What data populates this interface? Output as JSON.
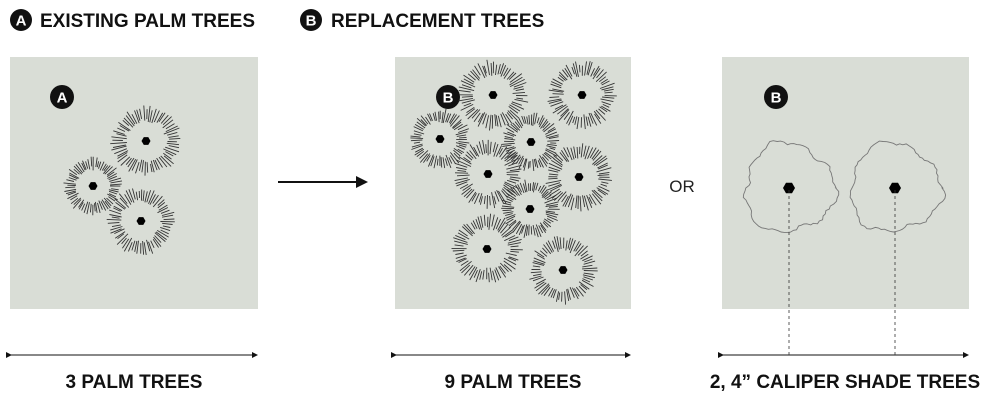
{
  "legend": [
    {
      "letter": "A",
      "label": "EXISTING PALM TREES"
    },
    {
      "letter": "B",
      "label": "REPLACEMENT TREES"
    }
  ],
  "panels": [
    {
      "badge": "A",
      "caption": "3 PALM TREES"
    },
    {
      "badge": "B",
      "caption": "9 PALM TREES"
    },
    {
      "badge": "B",
      "caption": "2, 4” CALIPER SHADE TREES"
    }
  ],
  "or_label": "OR",
  "colors": {
    "panel_bg": "#d9ddd6",
    "ink": "#111111",
    "canopy": "#777777"
  }
}
